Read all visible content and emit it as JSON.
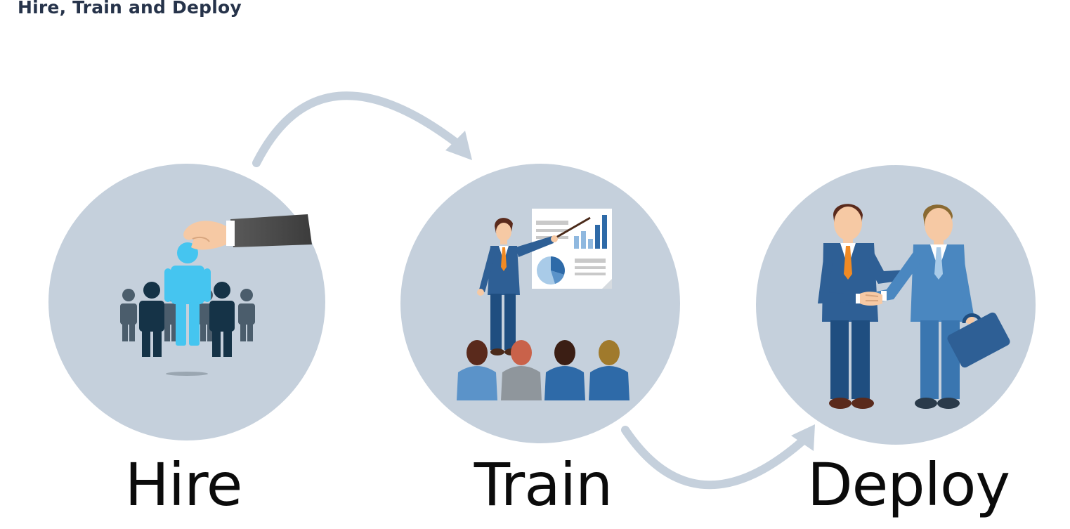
{
  "header": {
    "title": "Hire, Train and Deploy"
  },
  "stages": [
    {
      "label": "Hire",
      "illustration": "person-picked-from-crowd-icon"
    },
    {
      "label": "Train",
      "illustration": "presenter-training-audience-icon"
    },
    {
      "label": "Deploy",
      "illustration": "handshake-deal-icon"
    }
  ],
  "colors": {
    "circle": "#c5d0dc",
    "arrow": "#c5d0dc",
    "heading": "#26334a",
    "label": "#0b0b0b",
    "accent_blue": "#45c5f0",
    "suit_blue": "#2e5f95",
    "suit_light": "#4a87c0"
  }
}
